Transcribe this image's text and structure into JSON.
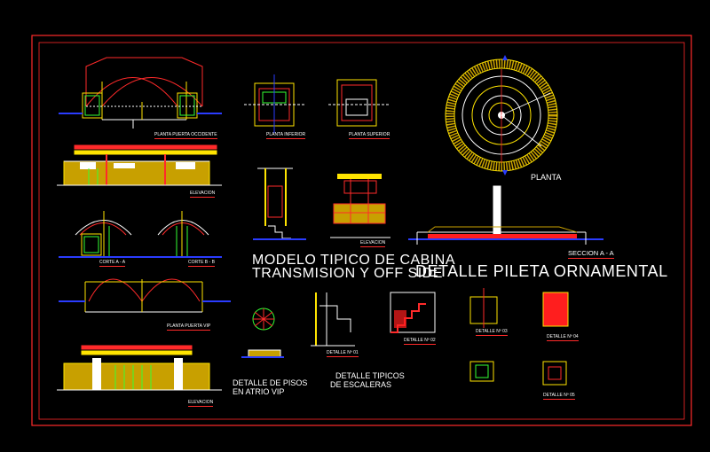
{
  "colors": {
    "background": "#000000",
    "border": "#ff2a2a",
    "ink_white": "#ffffff",
    "ink_yellow": "#ffe400",
    "ink_red": "#ff1e1e",
    "ink_blue": "#2a3cff",
    "ink_green": "#33ff33",
    "ink_gold": "#c8a000"
  },
  "titles": {
    "cabina": [
      "MODELO TIPICO DE CABINA",
      "TRANSMISION Y OFF SIDE"
    ],
    "pileta": "DETALLE PILETA ORNAMENTAL",
    "planta": "PLANTA",
    "seccion": "SECCION A - A",
    "pisos": [
      "DETALLE DE PISOS",
      "EN ATRIO VIP"
    ],
    "escaleras": [
      "DETALLE TIPICOS",
      "DE ESCALERAS"
    ]
  },
  "small_labels": {
    "planta_puerta": "PLANTA PUERTA OCCIDENTE",
    "elevacion_1": "ELEVACION",
    "corte_a": "CORTE A - A",
    "corte_b": "CORTE B - B",
    "planta_puerta_vip": "PLANTA PUERTA VIP",
    "elevacion_2": "ELEVACION",
    "planta_inferior": "PLANTA INFERIOR",
    "planta_superior": "PLANTA SUPERIOR",
    "elevacion_cab": "ELEVACION",
    "detalle_n1": "DETALLE Nº 01",
    "detalle_n2": "DETALLE Nº 02",
    "detalle_n3": "DETALLE Nº 03",
    "detalle_n4": "DETALLE Nº 04",
    "detalle_n5": "DETALLE Nº 05"
  }
}
